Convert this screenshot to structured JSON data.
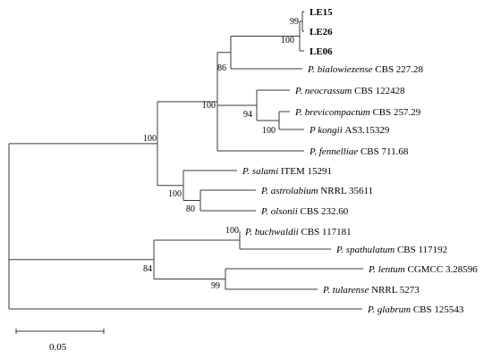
{
  "taxa": [
    {
      "id": "LE15",
      "genus": "",
      "epithet": "",
      "strain": "LE15",
      "bold": true
    },
    {
      "id": "LE26",
      "genus": "",
      "epithet": "",
      "strain": "LE26",
      "bold": true
    },
    {
      "id": "LE06",
      "genus": "",
      "epithet": "",
      "strain": "LE06",
      "bold": true
    },
    {
      "id": "bialowiezense",
      "genus": "P.",
      "epithet": "bialowiezense",
      "strain": "CBS 227.28",
      "bold": false
    },
    {
      "id": "neocrassum",
      "genus": "P.",
      "epithet": "neocrassum",
      "strain": "CBS 122428",
      "bold": false
    },
    {
      "id": "brevicompactum",
      "genus": "P.",
      "epithet": "brevicompactum",
      "strain": "CBS 257.29",
      "bold": false
    },
    {
      "id": "kongii",
      "genus": "P",
      "epithet": "kongii",
      "strain": "AS3.15329",
      "bold": false
    },
    {
      "id": "fennelliae",
      "genus": "P.",
      "epithet": "fennelliae",
      "strain": "CBS 711.68",
      "bold": false
    },
    {
      "id": "salami",
      "genus": "P.",
      "epithet": "salami",
      "strain": "ITEM 15291",
      "bold": false
    },
    {
      "id": "astrolabium",
      "genus": "P.",
      "epithet": "astrolabium",
      "strain": "NRRL 35611",
      "bold": false
    },
    {
      "id": "olsonii",
      "genus": "P.",
      "epithet": "olsonii",
      "strain": "CBS 232.60",
      "bold": false
    },
    {
      "id": "buchwaldii",
      "genus": "P.",
      "epithet": "buchwaldii",
      "strain": "CBS 117181",
      "bold": false
    },
    {
      "id": "spathulatum",
      "genus": "P.",
      "epithet": "spathulatum",
      "strain": "CBS 117192",
      "bold": false
    },
    {
      "id": "lentum",
      "genus": "P.",
      "epithet": "lentum",
      "strain": "CGMCC 3.28596",
      "bold": false
    },
    {
      "id": "tularense",
      "genus": "P.",
      "epithet": "tularense",
      "strain": "NRRL 5273",
      "bold": false
    },
    {
      "id": "glabrum",
      "genus": "P.",
      "epithet": "glabrum",
      "strain": "CBS 125543",
      "bold": false
    }
  ],
  "bootstrap": {
    "n_LE15_LE26": "99",
    "n_LE_clade": "100",
    "n_bialo_clade": "86",
    "n_brevi_kongii": "100",
    "n_neo_clade": "94",
    "n_brevicompactum_group": "100",
    "n_salami_group": "100",
    "n_astro_olsonii": "80",
    "n_astro_clade": "100",
    "n_buch_spath": "100",
    "n_lentum_tularense": "99",
    "n_outgroup_clade": "84"
  },
  "scale_bar": {
    "value": 0.05,
    "label": "0.05"
  }
}
